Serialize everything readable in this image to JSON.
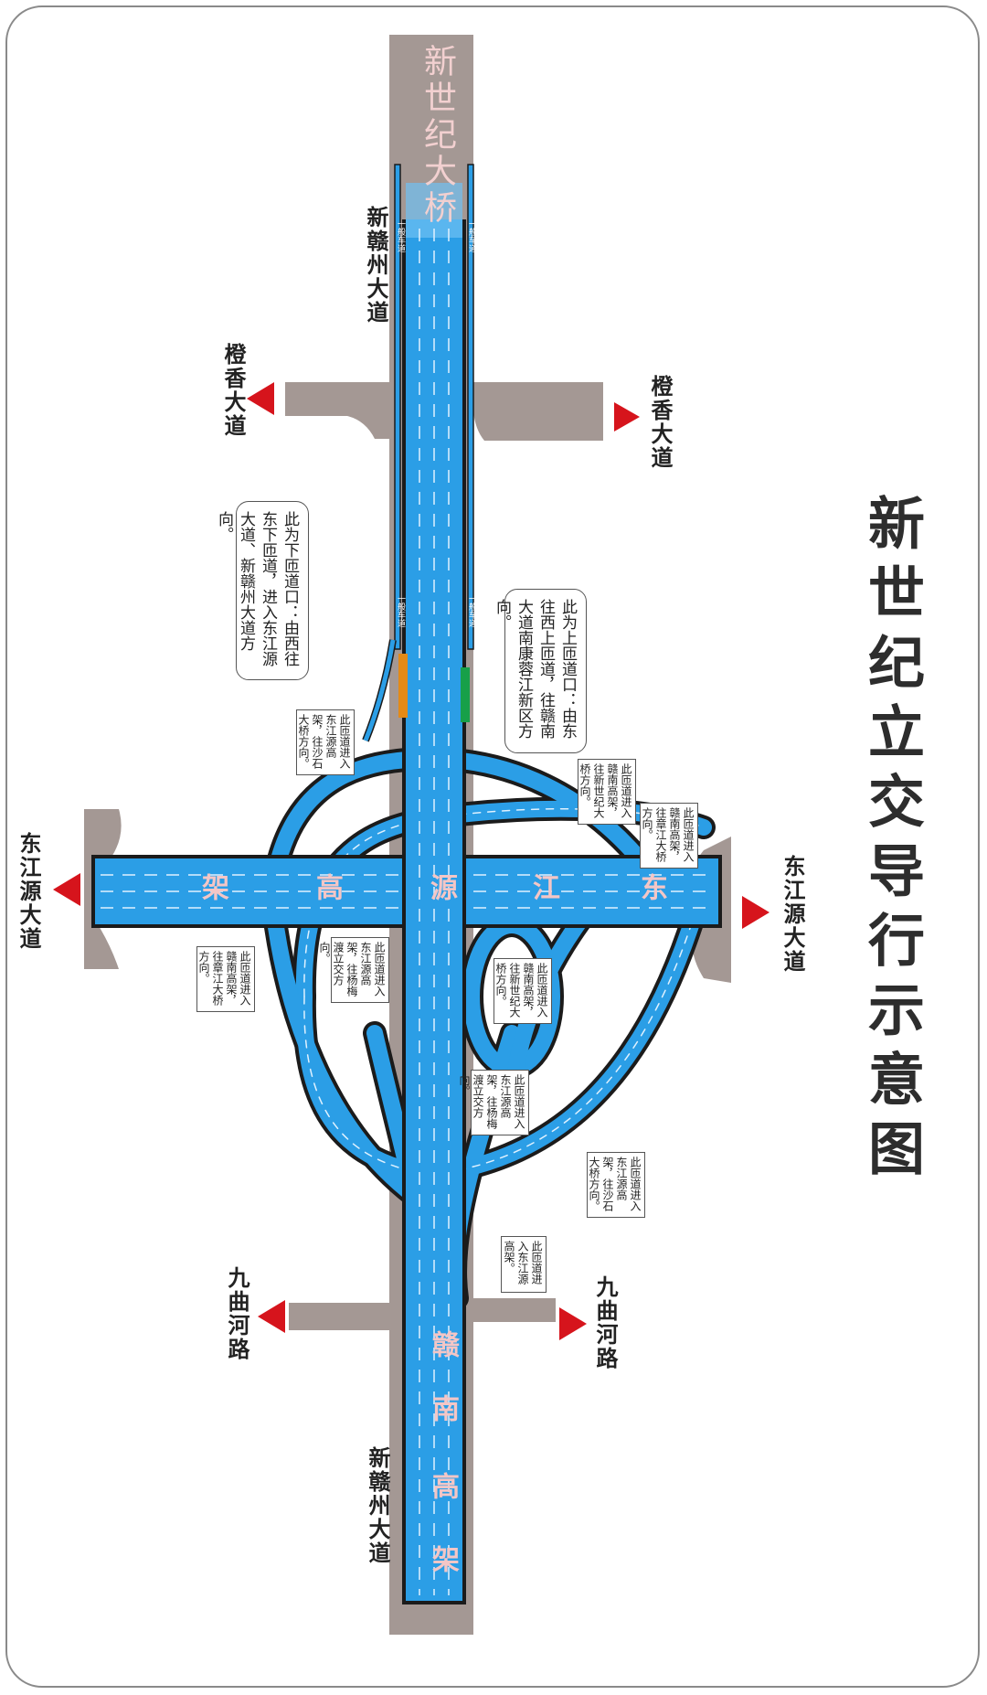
{
  "title": "新世纪立交导行示意图",
  "colors": {
    "road": "#a49894",
    "ramp": "#2b9ee6",
    "ramp_edge": "#1b1b1b",
    "arrow": "#d6141c",
    "lane": "#dff1ff"
  },
  "roads": {
    "bridge": "新世纪大桥",
    "xg_top": "新赣州大道",
    "xg_bottom": "新赣州大道",
    "cx_left": "橙香大道",
    "cx_right": "橙香大道",
    "djy_left": "东江源大道",
    "djy_right": "东江源大道",
    "jq_left": "九曲河路",
    "jq_right": "九曲河路"
  },
  "highways": {
    "east_west": [
      "东",
      "江",
      "源",
      "高",
      "架"
    ],
    "south": [
      "赣",
      "南",
      "高",
      "架"
    ]
  },
  "ramp_tags": {
    "top_left": "一般车道",
    "top_right": "一般车道",
    "mid_left": "一般车道",
    "mid_right": "一般车道"
  },
  "notes": {
    "exit_ramp": "此为下匝道口：由西往东下匝道，进入东江源大道、新赣州大道方向。",
    "entry_ramp": "此为上匝道口：由东往西上匝道，往赣南大道南康蓉江新区方向。",
    "n1": "此匝道进入东江源高架，往沙石大桥方向。",
    "n2": "此匝道进入赣南高架，往新世纪大桥方向。",
    "n3": "此匝道进入赣南高架，往章江大桥方向。",
    "n4": "此匝道进入赣南高架，往章江大桥方向。",
    "n5": "此匝道进入东江源高架，往杨梅渡立交方向。",
    "n6": "此匝道进入赣南高架，往新世纪大桥方向。",
    "n7": "此匝道进入东江源高架，往杨梅渡立交方向。",
    "n8": "此匝道进入东江源高架，往沙石大桥方向。",
    "n9": "此匝道进入东江源高架。"
  }
}
